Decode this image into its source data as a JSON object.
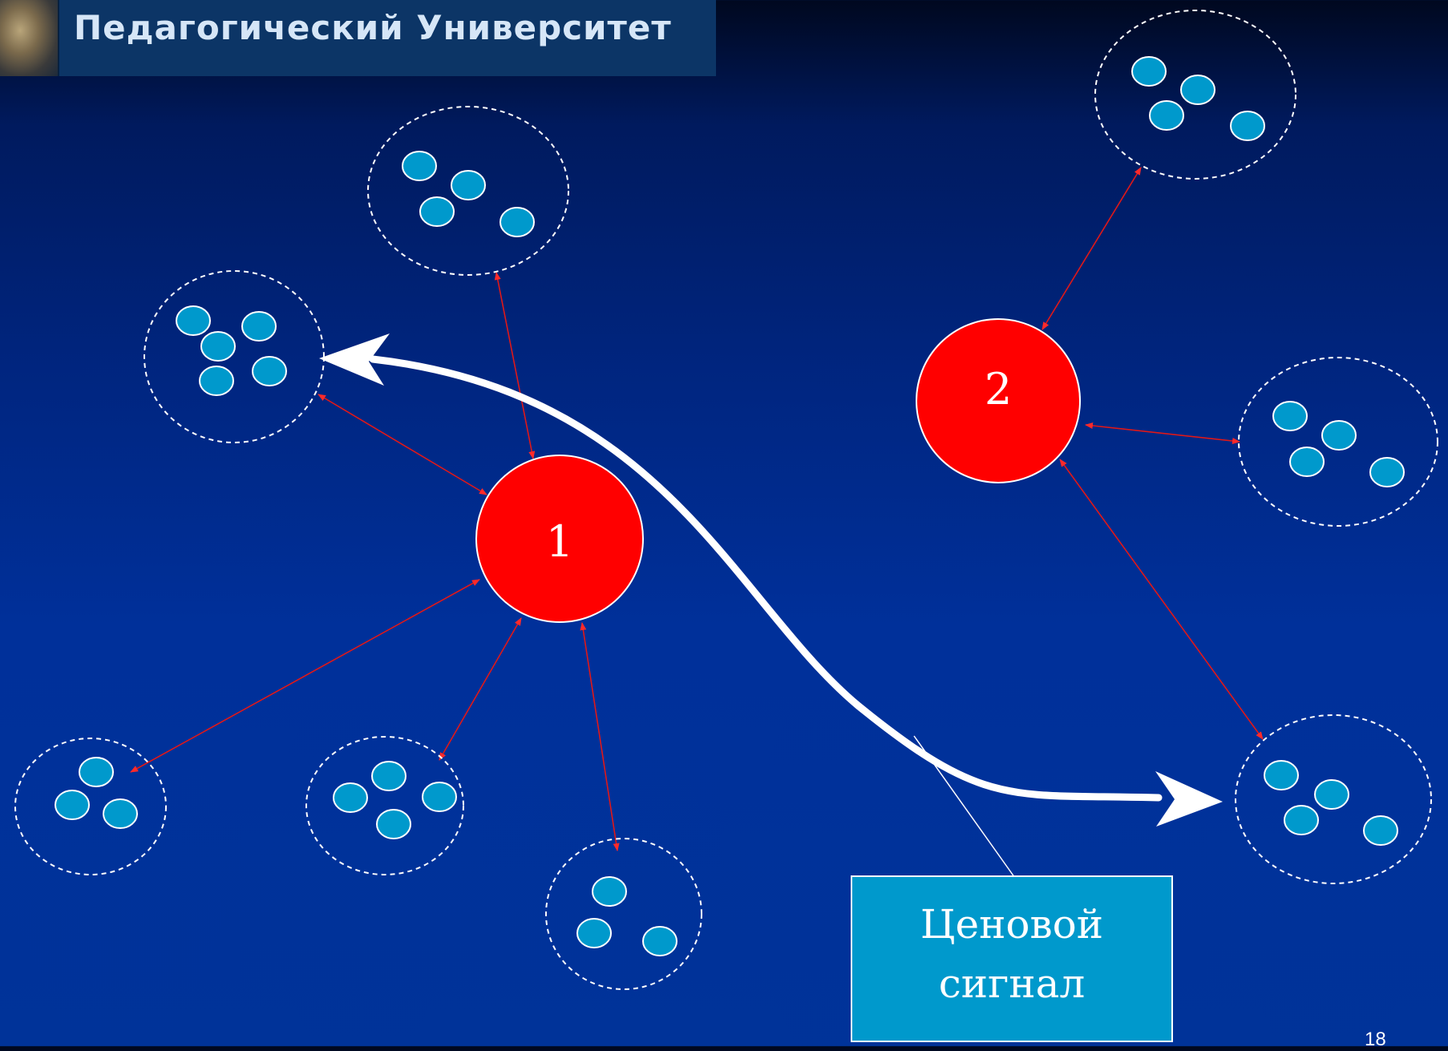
{
  "header": {
    "title": "Педагогический Университет",
    "logo_icon": "university-building-photo"
  },
  "nodes": [
    {
      "id": "node-1",
      "label": "1",
      "color": "#ff0000"
    },
    {
      "id": "node-2",
      "label": "2",
      "color": "#ff0000"
    }
  ],
  "caption": {
    "text": "Ценовой сигнал"
  },
  "page_number": "18",
  "colors": {
    "consumer_dot": "#0099cc",
    "link_arrow": "#dd1111",
    "signal_arrow": "#ffffff",
    "caption_box": "#0099cc"
  }
}
